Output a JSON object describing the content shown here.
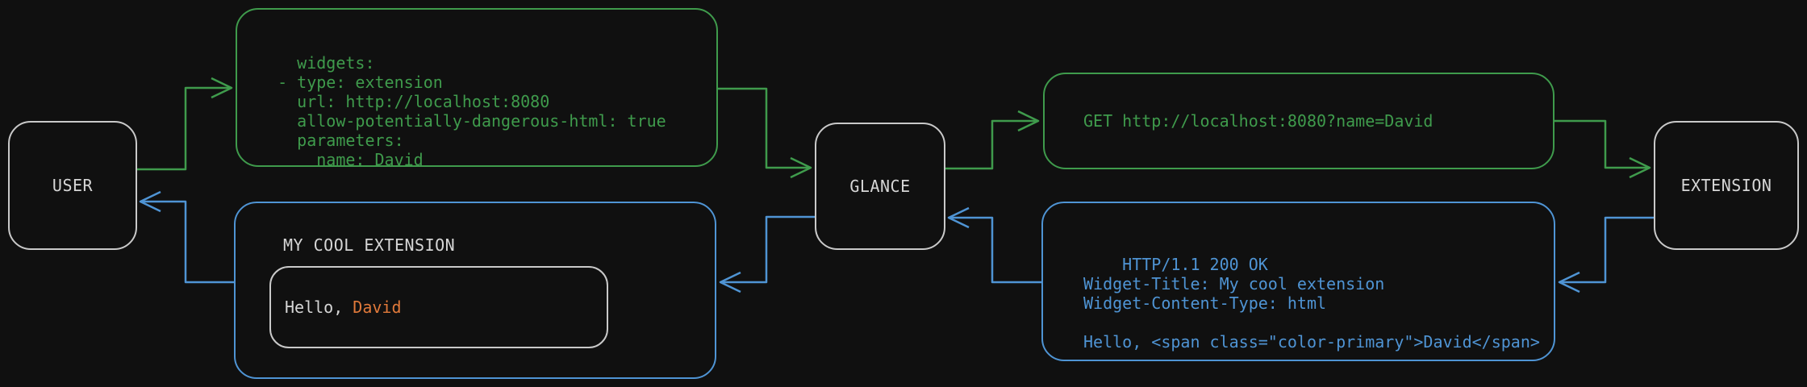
{
  "colors": {
    "background": "#101010",
    "flow_forward_green": "#3f9b4c",
    "flow_return_blue": "#4f94d4",
    "foreground": "#d6d6d6",
    "highlight_orange": "#e0793a",
    "node_border": "#c9c9c9"
  },
  "nodes": {
    "user": {
      "label": "USER"
    },
    "glance": {
      "label": "GLANCE"
    },
    "extension": {
      "label": "EXTENSION"
    }
  },
  "config_box": {
    "code": "widgets:\n  - type: extension\n    url: http://localhost:8080\n    allow-potentially-dangerous-html: true\n    parameters:\n      name: David"
  },
  "request_box": {
    "code": "GET http://localhost:8080?name=David"
  },
  "response_box": {
    "code": "HTTP/1.1 200 OK\nWidget-Title: My cool extension\nWidget-Content-Type: html\n\nHello, <span class=\"color-primary\">David</span>"
  },
  "widget_preview": {
    "title": "MY COOL EXTENSION",
    "greeting_prefix": "Hello, ",
    "greeting_name": "David"
  }
}
